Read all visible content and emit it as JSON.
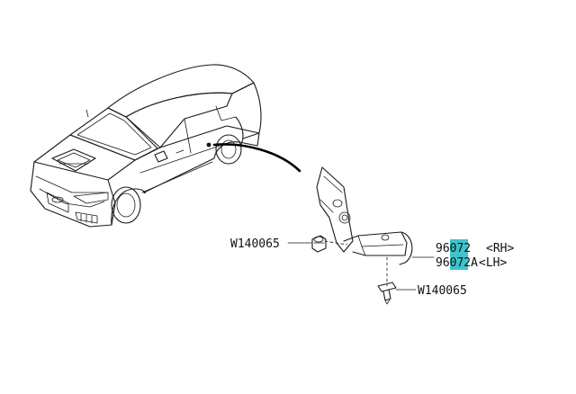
{
  "labels": {
    "fastener_upper": "W140065",
    "fastener_lower": "W140065",
    "part_rh_number": "96072",
    "part_rh_side": "<RH>",
    "part_lh_number": "96072A",
    "part_lh_side": "<LH>"
  },
  "colors": {
    "line": "#1a1a1a",
    "highlight": "#3fc4cc",
    "background": "#ffffff"
  }
}
